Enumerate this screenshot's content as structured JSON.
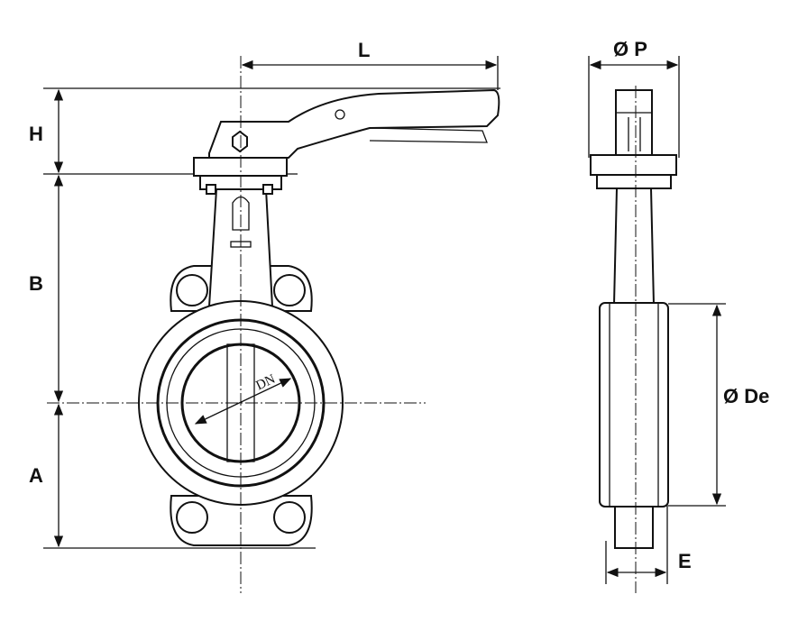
{
  "drawing": {
    "title": "Wafer butterfly valve dimensional drawing",
    "labels": {
      "L": "L",
      "H": "H",
      "B": "B",
      "A": "A",
      "DN": "DN",
      "P": "Ø P",
      "De": "Ø De",
      "E": "E"
    }
  }
}
